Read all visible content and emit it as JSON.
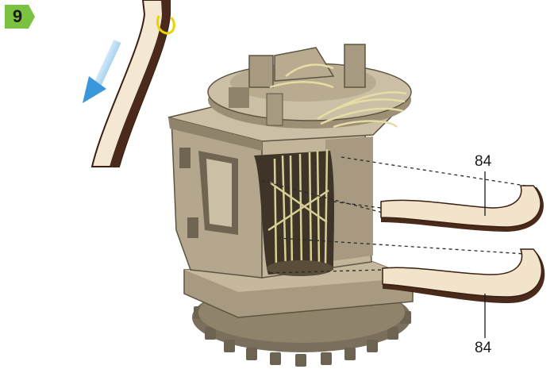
{
  "step": {
    "number": "9"
  },
  "parts": [
    {
      "id": "upper-arm",
      "label": "84"
    },
    {
      "id": "lower-arm",
      "label": "84"
    }
  ],
  "colors": {
    "step_badge": "#7cc242",
    "arrow": "#4aa3e0",
    "plywood": "#b9ab91",
    "plywood_dark": "#8f836c",
    "plywood_edge": "#4a2a1a",
    "string": "#d8cf95"
  },
  "icons": {
    "step_badge": "green-hexagon-badge",
    "direction": "blue-arrow-down-left"
  }
}
